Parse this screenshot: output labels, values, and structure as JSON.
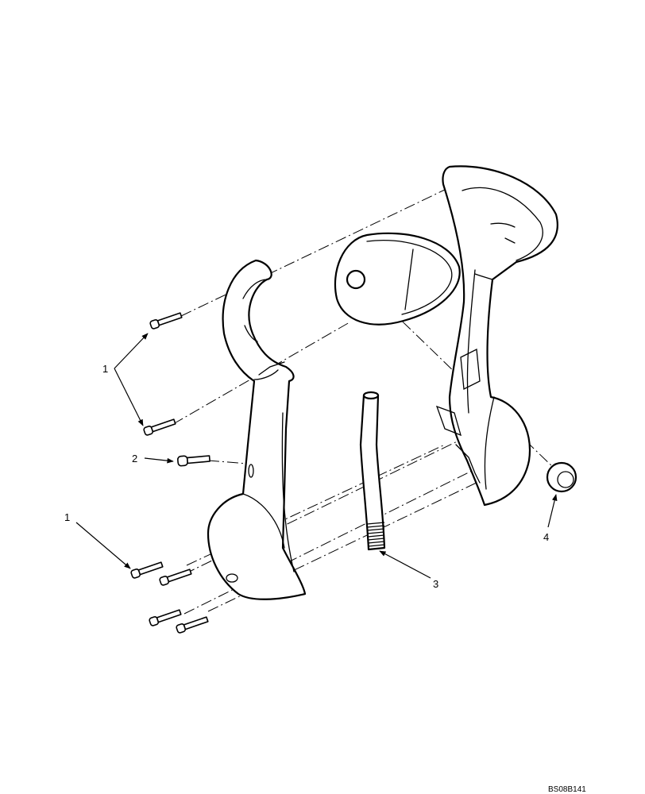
{
  "callouts": [
    {
      "id": "c1a",
      "text": "1"
    },
    {
      "id": "c2",
      "text": "2"
    },
    {
      "id": "c1b",
      "text": "1"
    },
    {
      "id": "c3",
      "text": "3"
    },
    {
      "id": "c4",
      "text": "4"
    }
  ],
  "figure_code": "BS08B141",
  "colors": {
    "line": "#000000",
    "background": "#ffffff"
  }
}
